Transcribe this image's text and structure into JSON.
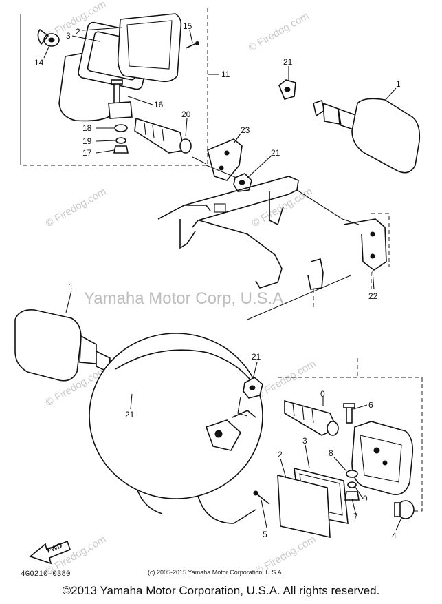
{
  "watermark": {
    "site": "© Firedog.com",
    "corp": "Yamaha Motor Corp, U.S.A."
  },
  "parts": {
    "p1": "1",
    "p2": "2",
    "p3": "3",
    "p4": "4",
    "p5": "5",
    "p6": "6",
    "p7": "7",
    "p8": "8",
    "p9": "9",
    "p11": "11",
    "p14": "14",
    "p15": "15",
    "p16": "16",
    "p17": "17",
    "p18": "18",
    "p19": "19",
    "p20": "20",
    "p21": "21",
    "p22": "22",
    "p23": "23",
    "p0": "0"
  },
  "arrow_label": "FWD",
  "diagram_code": "4G0210-0380",
  "small_copyright": "(c) 2005-2015 Yamaha Motor Corporation, U.S.A.",
  "footer": "©2013 Yamaha Motor Corporation, U.S.A. All rights reserved."
}
